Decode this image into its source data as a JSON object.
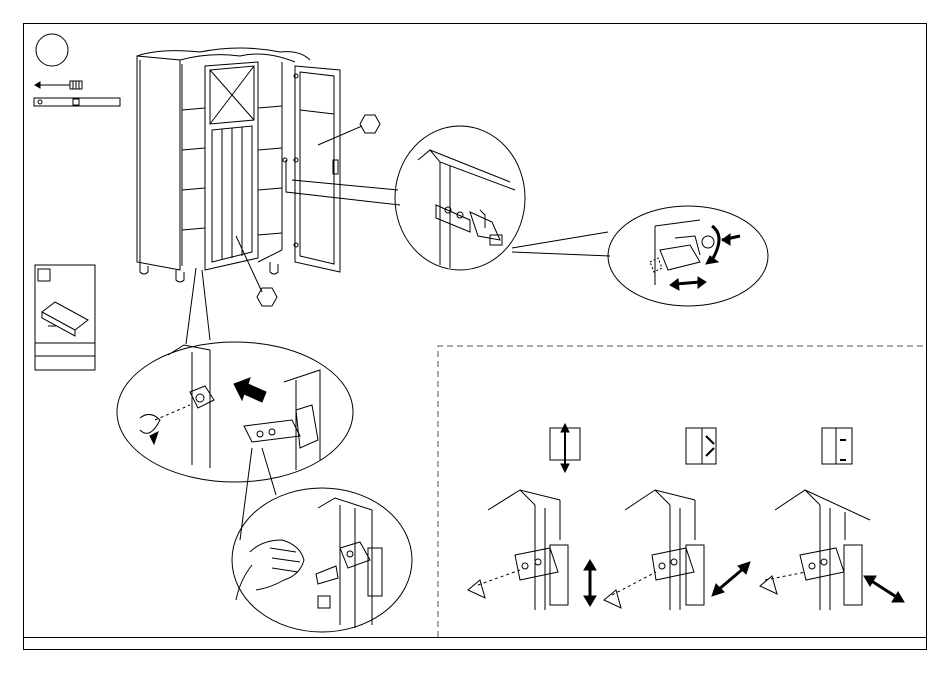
{
  "page": {
    "step_number": "",
    "colors": {
      "line": "#000000",
      "background": "#ffffff",
      "dash": "#555555"
    }
  },
  "tools": {
    "items": [
      {
        "icon": "screwdriver-icon"
      },
      {
        "icon": "spirit-level-icon"
      }
    ]
  },
  "callouts": {
    "hexagon_glass_door": "",
    "hexagon_main_door": ""
  },
  "detail_panels": [
    {
      "name": "hinge-closeup",
      "icon": "hinge-icon"
    },
    {
      "name": "hinge-adjust-screw",
      "icon": "rotate-arrow-icon"
    },
    {
      "name": "hinge-attach",
      "icon": "hinge-icon"
    },
    {
      "name": "hinge-clip-press",
      "icon": "hand-icon"
    }
  ],
  "adjustment_guide": {
    "items": [
      {
        "direction": "vertical",
        "icon": "up-down-arrow-icon"
      },
      {
        "direction": "depth",
        "icon": "diagonal-arrow-icon"
      },
      {
        "direction": "lateral",
        "icon": "diagonal-arrow-icon"
      }
    ]
  },
  "side_card": {
    "icon": "board-icon",
    "checkbox": ""
  }
}
